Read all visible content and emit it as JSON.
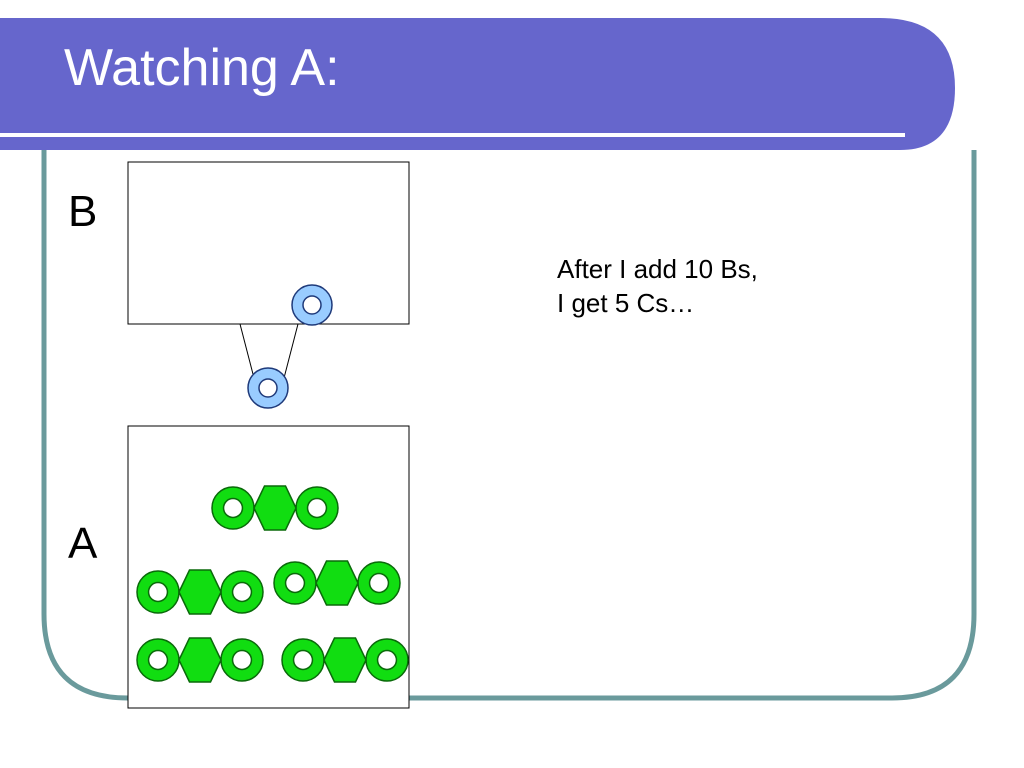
{
  "slide": {
    "title": "Watching A:",
    "caption_lines": [
      "After I add 10 Bs,",
      "I get 5 Cs…"
    ]
  },
  "diagram": {
    "top_box_label": "B",
    "bottom_box_label": "A",
    "b_particles_in_top_box": 1,
    "b_particles_in_channel": 1,
    "c_molecules_in_bottom_box": 5,
    "c_molecule_parts": [
      "ring",
      "hexagon",
      "ring"
    ]
  },
  "colors": {
    "title_bar": "#6666cc",
    "frame_border": "#6a9a9c",
    "b_particle_fill": "#99ccff",
    "b_particle_stroke": "#1f3a7a",
    "c_molecule_fill": "#11dd11",
    "c_molecule_stroke": "#0a6a0a"
  }
}
